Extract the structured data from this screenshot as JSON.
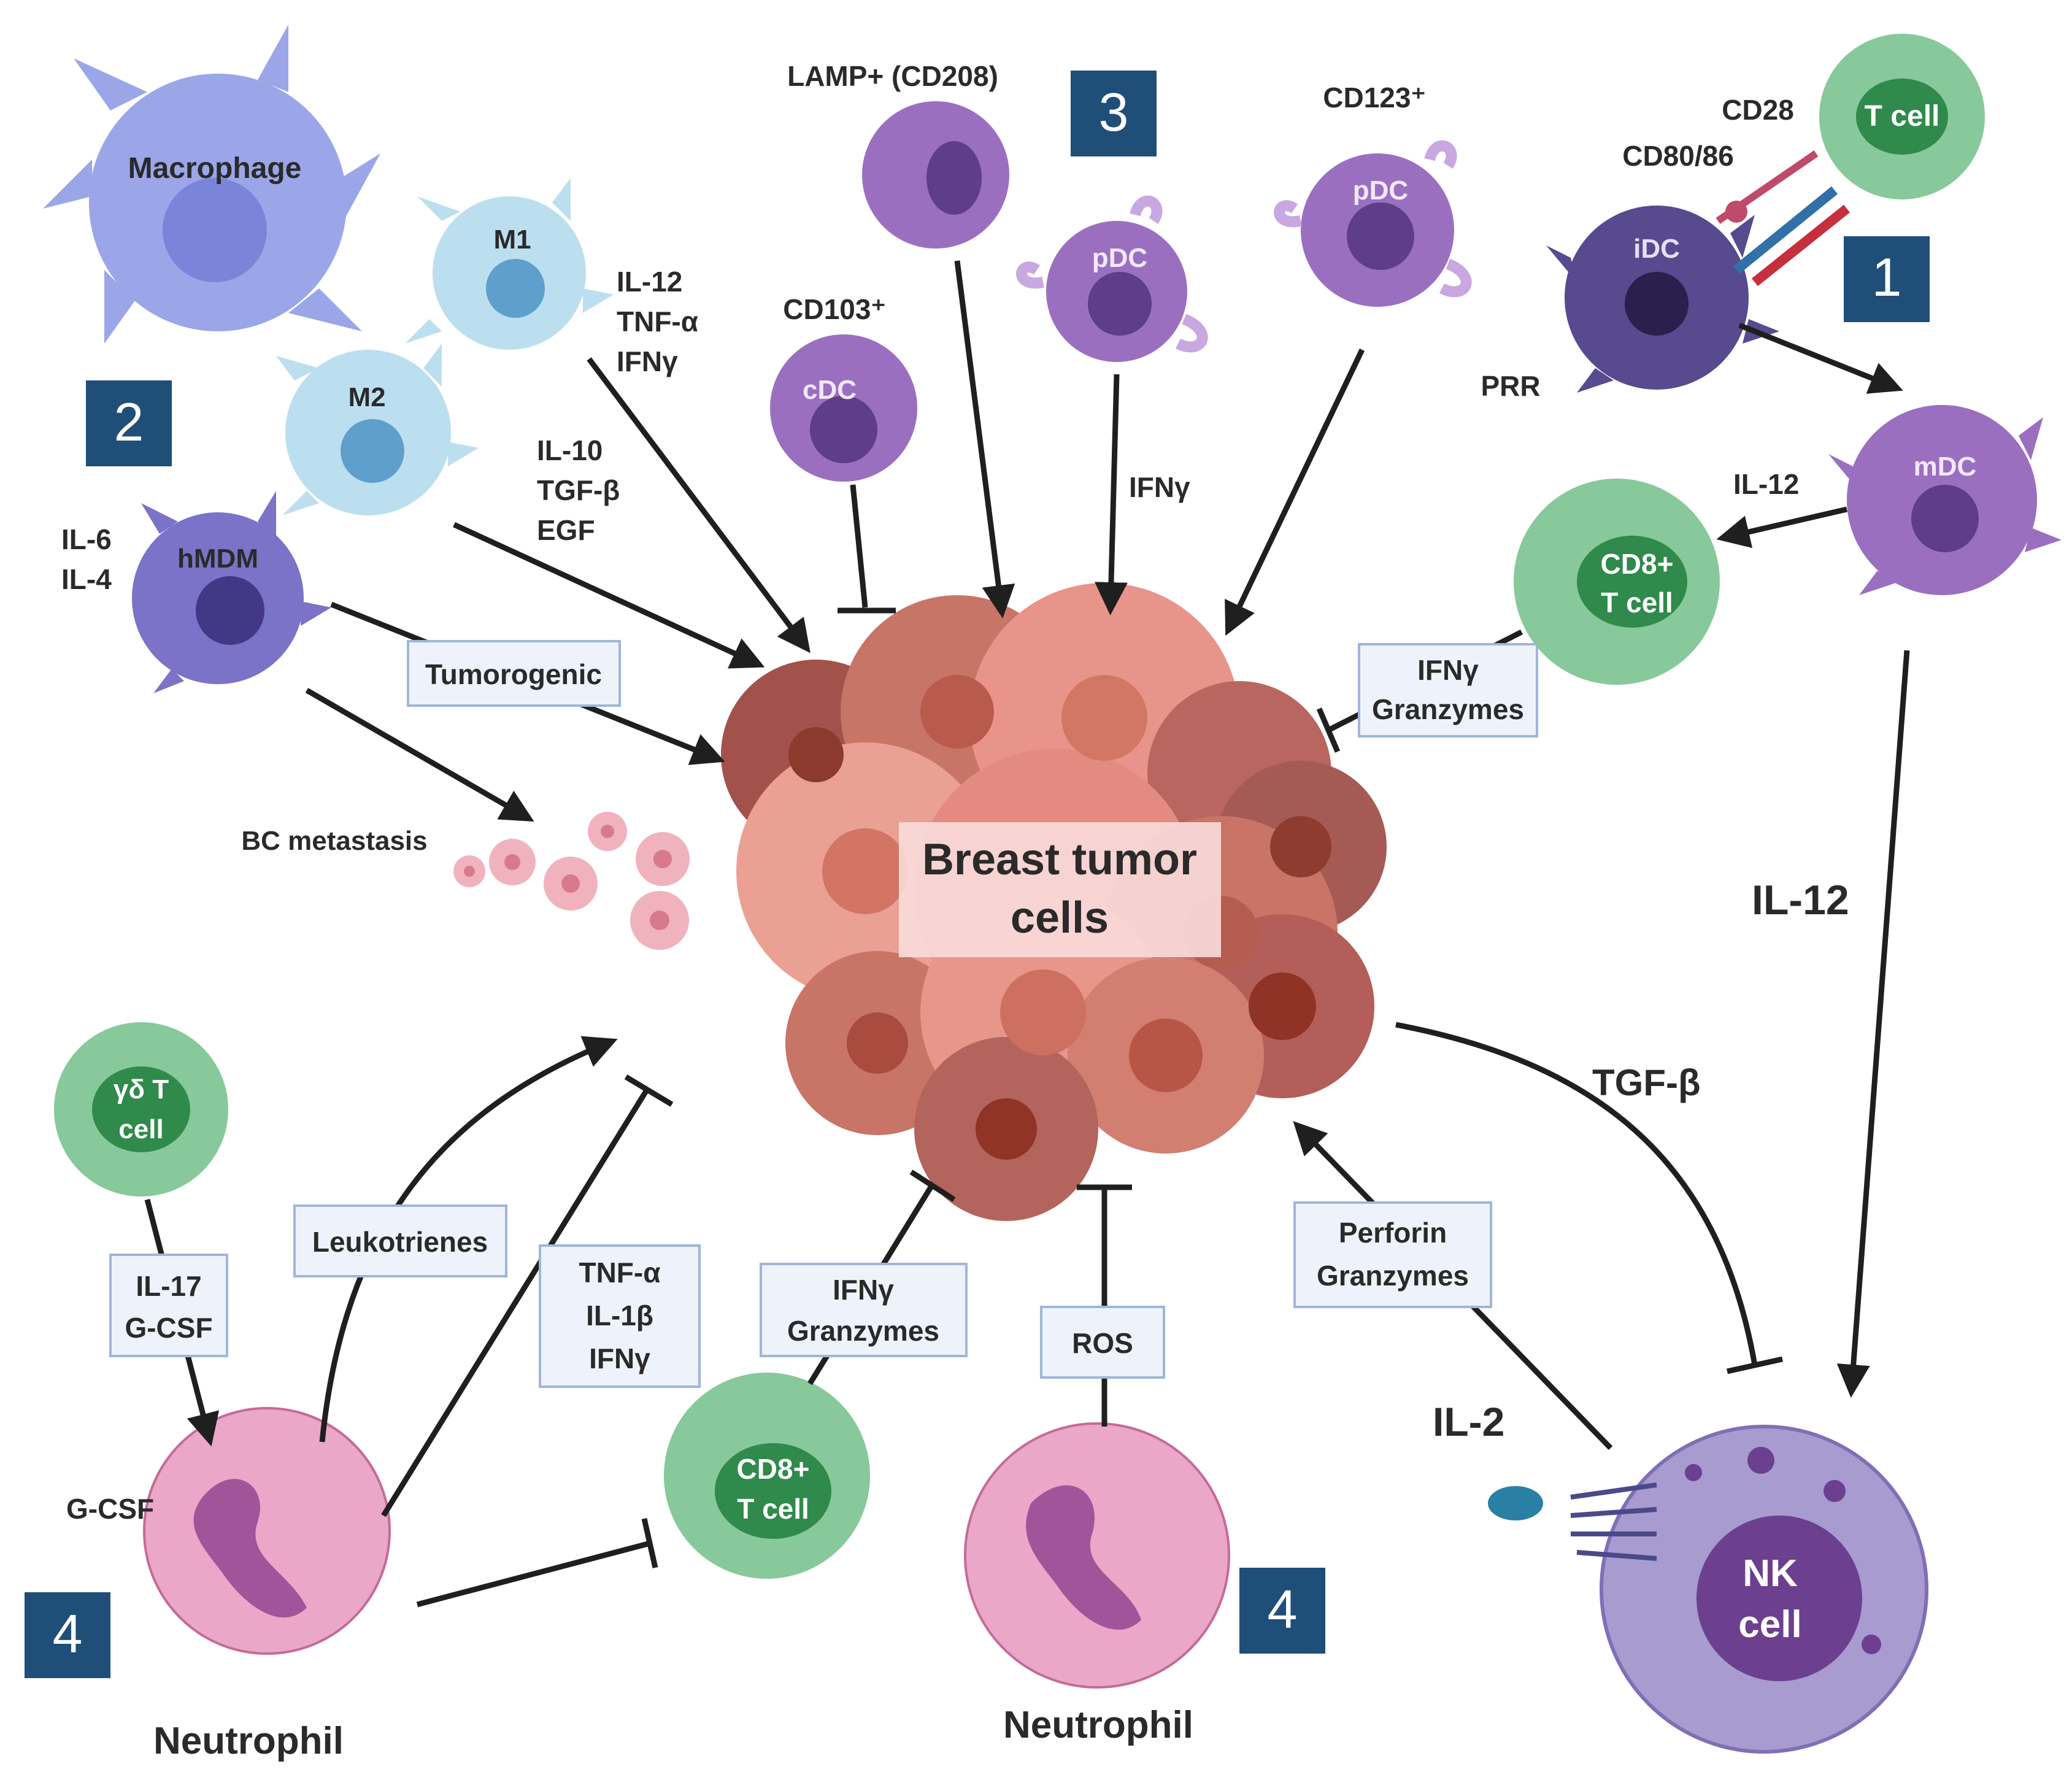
{
  "cells": {
    "macrophage": "Macrophage",
    "m1": "M1",
    "m2": "M2",
    "hmdm": "hMDM",
    "cdc": "cDC",
    "pdc1": "pDC",
    "pdc2": "pDC",
    "idc": "iDC",
    "mdc": "mDC",
    "tcell": "T cell",
    "cd8_top_line1": "CD8+",
    "cd8_top_line2": "T cell",
    "cd8_bottom_line1": "CD8+",
    "cd8_bottom_line2": "T cell",
    "gd_line1": "γδ T",
    "gd_line2": "cell",
    "nk_line1": "NK",
    "nk_line2": "cell",
    "tumor_line1": "Breast tumor",
    "tumor_line2": "cells",
    "neutrophil_left": "Neutrophil",
    "neutrophil_mid": "Neutrophil"
  },
  "labels": {
    "lamp": "LAMP+ (CD208)",
    "cd103": "CD103⁺",
    "cd123": "CD123⁺",
    "cd28": "CD28",
    "cd80": "CD80/86",
    "prr": "PRR",
    "m1_il12": "IL-12",
    "m1_tnf": "TNF-α",
    "m1_ifn": "IFNγ",
    "m2_il10": "IL-10",
    "m2_tgf": "TGF-β",
    "m2_egf": "EGF",
    "hmdm_il6": "IL-6",
    "hmdm_il4": "IL-4",
    "pdc_ifn": "IFNγ",
    "mdc_il12_small": "IL-12",
    "il12_big": "IL-12",
    "tgfb": "TGF-β",
    "il2": "IL-2",
    "gcsf": "G-CSF",
    "bc_meta": "BC metastasis"
  },
  "boxes": {
    "tumorogenic": "Tumorogenic",
    "ifn_gran_top_1": "IFNγ",
    "ifn_gran_top_2": "Granzymes",
    "leukotrienes": "Leukotrienes",
    "il17_1": "IL-17",
    "il17_2": "G-CSF",
    "tnf_1": "TNF-α",
    "tnf_2": "IL-1β",
    "tnf_3": "IFNγ",
    "ifn_gran_bot_1": "IFNγ",
    "ifn_gran_bot_2": "Granzymes",
    "ros": "ROS",
    "perforin_1": "Perforin",
    "perforin_2": "Granzymes"
  },
  "badges": {
    "b1": "1",
    "b2": "2",
    "b3": "3",
    "b4_left": "4",
    "b4_mid": "4"
  },
  "colors": {
    "badge": "#1f4e79",
    "cd8": "#7cc08e",
    "tcell": "#87c99a",
    "dc": "#9b6fc0",
    "macrophage": "#9aa6e8",
    "m1m2": "#bcdff0",
    "neutrophil": "#eaa7c8",
    "nk": "#a79bd0",
    "tumor": "#d9847a"
  }
}
